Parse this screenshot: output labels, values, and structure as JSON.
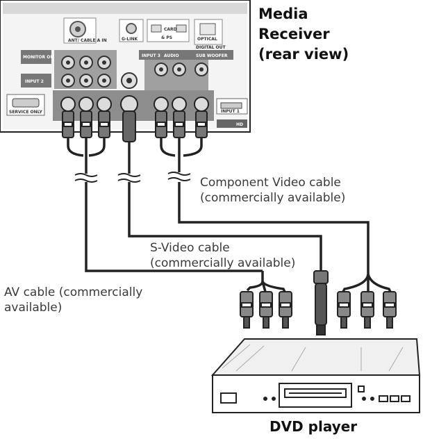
{
  "receiver": {
    "title_line1": "Media",
    "title_line2": "Receiver",
    "title_line3": "(rear view)",
    "panel_labels": {
      "ant": "ANT/\nCABLE A IN",
      "g_link": "G-LINK",
      "card": "CARD",
      "ps": "& PS",
      "optical": "OPTICAL",
      "digital_out": "DIGITAL OUT",
      "sub_woofer": "SUB WOOFER",
      "monitor_out": "MONITOR OUT",
      "input2": "INPUT 2",
      "input3": "INPUT 3",
      "audio": "AUDIO",
      "service_only": "SERVICE ONLY",
      "input1": "INPUT 1",
      "hd": "HD"
    }
  },
  "cables": {
    "component": {
      "line1": "Component Video cable",
      "line2": "(commercially available)"
    },
    "svideo": {
      "line1": "S-Video cable",
      "line2": "(commercially available)"
    },
    "av": {
      "line1": "AV cable (commercially",
      "line2": "available)"
    }
  },
  "dvd": {
    "label": "DVD player"
  },
  "colors": {
    "line": "#222222",
    "panel": "#9a9a9a",
    "panel_dark": "#555555",
    "text": "#3a3a3a"
  }
}
